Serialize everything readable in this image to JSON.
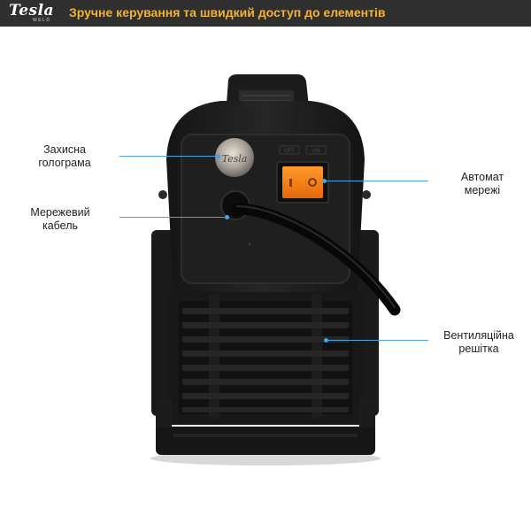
{
  "brand": {
    "name": "Tesla",
    "sub": "WELD"
  },
  "header": {
    "title": "Зручне керування та швидкий доступ до елементів"
  },
  "device": {
    "hologram_text": "Tesla",
    "switch_labels": [
      "OFF",
      "ON"
    ]
  },
  "callouts": {
    "hologram": [
      "Захисна",
      "голограма"
    ],
    "cable": [
      "Мережевий",
      "кабель"
    ],
    "switch": [
      "Автомат",
      "мережі"
    ],
    "vent": [
      "Вентиляційна",
      "решітка"
    ]
  },
  "colors": {
    "header_bg": "#2f2f2f",
    "header_text": "#f2b23a",
    "leader_line": "#4aa3e0",
    "switch_amber": "#f07a10"
  },
  "icons": [
    "tesla-weld-logo",
    "hologram-sticker",
    "power-switch"
  ]
}
